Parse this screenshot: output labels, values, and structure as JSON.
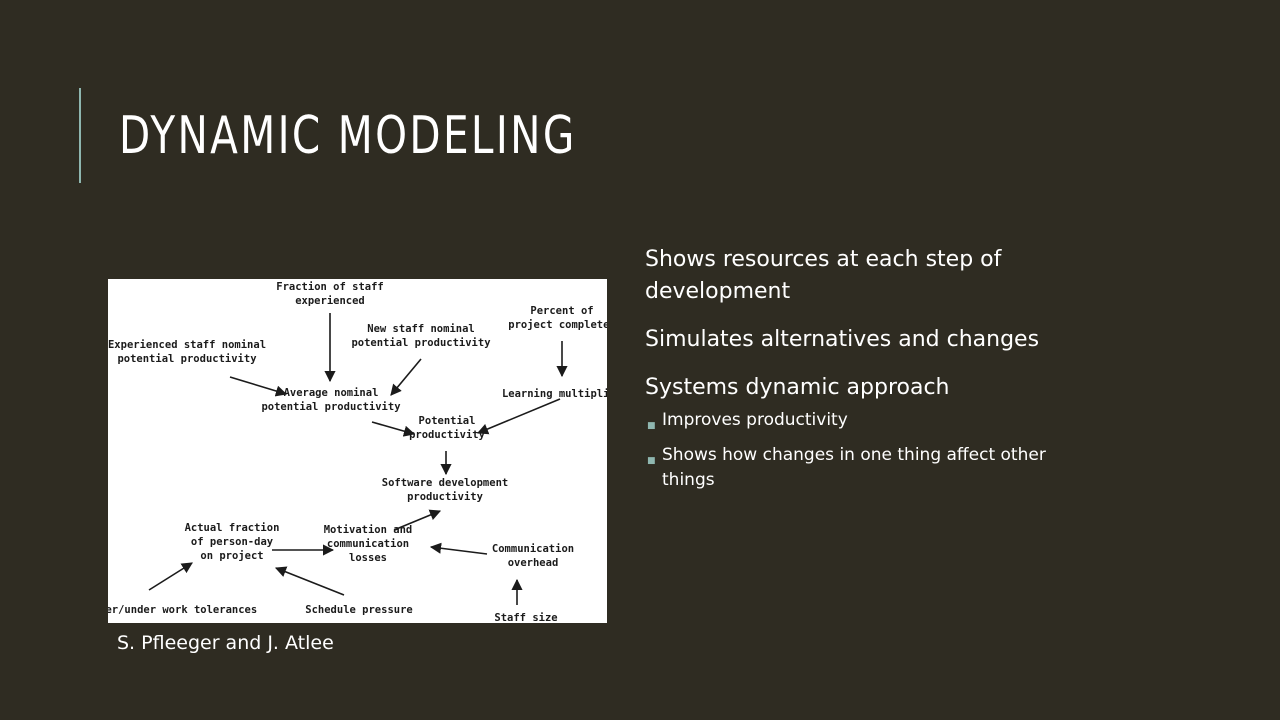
{
  "slide": {
    "title": "DYNAMIC MODELING",
    "caption": "S. Pfleeger and J. Atlee",
    "paragraphs": [
      "Shows resources at each step of development",
      "Simulates alternatives and changes",
      "Systems dynamic approach"
    ],
    "subbullets": [
      "Improves productivity",
      "Shows how changes in one thing affect other things"
    ],
    "accent_color": "#8fb7b0",
    "background_color": "#2f2c22"
  },
  "diagram": {
    "labels": {
      "fraction_staff": [
        "Fraction of staff",
        "experienced"
      ],
      "percent_project": [
        "Percent of",
        "project completed"
      ],
      "new_staff": [
        "New staff nominal",
        "potential productivity"
      ],
      "experienced_staff": [
        "Experienced staff nominal",
        "potential productivity"
      ],
      "learning_multiplier": [
        "Learning multiplier"
      ],
      "average_nominal": [
        "Average nominal",
        "potential productivity"
      ],
      "potential_productivity": [
        "Potential",
        "productivity"
      ],
      "software_dev": [
        "Software development",
        "productivity"
      ],
      "actual_fraction": [
        "Actual fraction",
        "of person-day",
        "on project"
      ],
      "motivation": [
        "Motivation and",
        "communication",
        "losses"
      ],
      "communication_overhead": [
        "Communication",
        "overhead"
      ],
      "over_under": [
        "Over/under work tolerances"
      ],
      "schedule_pressure": [
        "Schedule pressure"
      ],
      "staff_size": [
        "Staff size"
      ]
    }
  }
}
